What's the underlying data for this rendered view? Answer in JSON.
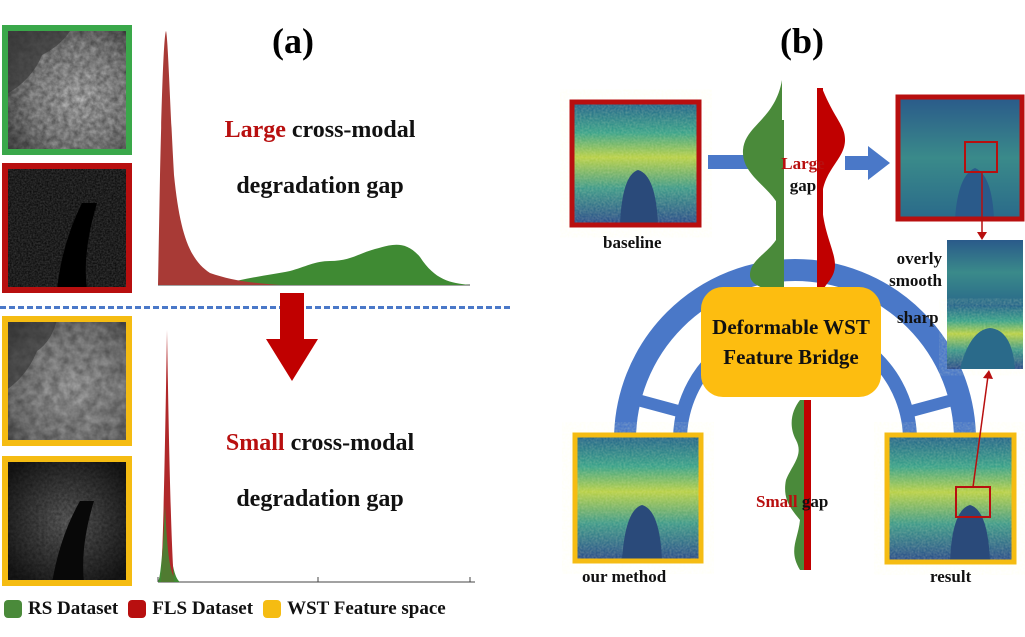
{
  "panel_a": {
    "label": "(a)",
    "top": {
      "word": "Large",
      "line1_rest": " cross-modal",
      "line2": "degradation gap"
    },
    "bottom": {
      "word": "Small",
      "line1_rest": " cross-modal",
      "line2": "degradation gap"
    }
  },
  "panel_b": {
    "label": "(b)",
    "baseline_label": "baseline",
    "large_gap": {
      "word": "Large",
      "rest": "gap"
    },
    "small_gap": {
      "word": "Small",
      "rest": "gap"
    },
    "bridge_line1": "Deformable WST",
    "bridge_line2": "Feature Bridge",
    "overly_smooth_1": "overly",
    "overly_smooth_2": "smooth",
    "sharp": "sharp",
    "our_method": "our method",
    "result": "result"
  },
  "legend": [
    {
      "label": "RS Dataset",
      "color": "#4a8a3a"
    },
    {
      "label": "FLS Dataset",
      "color": "#b80f0f"
    },
    {
      "label": "WST Feature space",
      "color": "#f5bc12"
    }
  ],
  "colors": {
    "green": "#4a8a3a",
    "red": "#b80f0f",
    "yellow": "#f5bc12",
    "blue": "#4a78c8"
  }
}
